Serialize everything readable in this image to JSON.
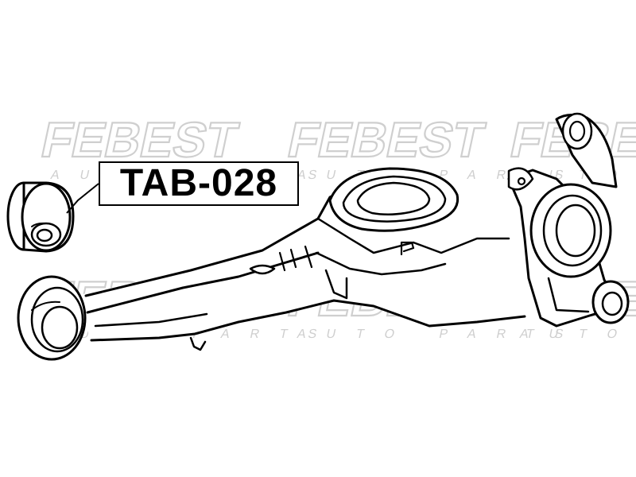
{
  "part_number": "TAB-028",
  "watermark": {
    "brand": "FEBEST",
    "tagline": "AUTO PARTS"
  },
  "colors": {
    "line": "#000000",
    "watermark": "#d0d0d0",
    "background": "#ffffff"
  }
}
